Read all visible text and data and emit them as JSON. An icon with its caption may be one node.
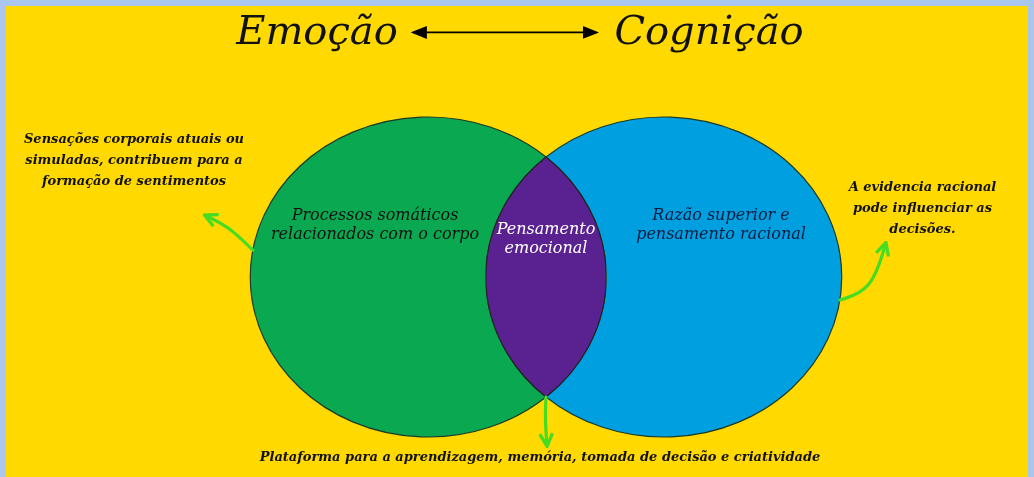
{
  "diagram": {
    "nodes": [
      {
        "text": [
          "Emoção"
        ]
      },
      {
        "text": [
          "Cognição"
        ]
      },
      {
        "text": [
          "Processos somáticos relacionados com o corpo"
        ]
      },
      {
        "text": [
          "Pensamento emocional"
        ]
      },
      {
        "text": [
          "Razão superior e pensamento racional"
        ]
      },
      {
        "text": [
          "Sensações corporais atuais ou simuladas, contribuem para a formação de sentimentos"
        ]
      },
      {
        "text": [
          "A evidencia racional pode influenciar as decisões."
        ]
      },
      {
        "text": [
          "Plataforma para a aprendizagem, memória, tomada de decisão e criatividade"
        ]
      }
    ],
    "edges": [
      {
        "from": 0,
        "to": 1,
        "arrow": "both",
        "color": "#000000"
      },
      {
        "from": 2,
        "to": 5,
        "arrow": "to"
      },
      {
        "from": 4,
        "to": 6,
        "arrow": "to"
      },
      {
        "from": 3,
        "to": 7,
        "arrow": "to"
      }
    ]
  }
}
